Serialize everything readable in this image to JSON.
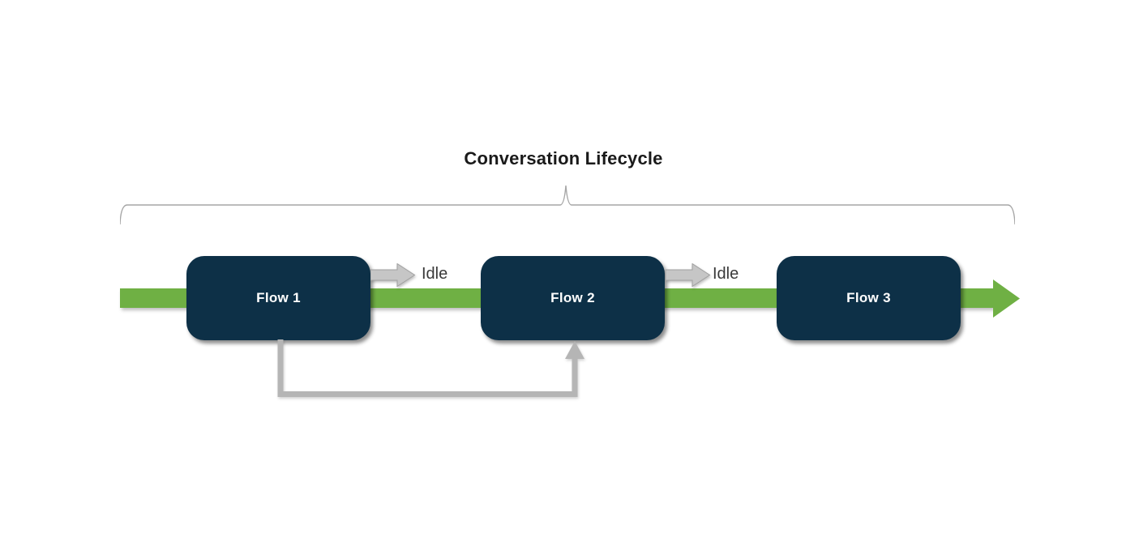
{
  "diagram": {
    "title": "Conversation Lifecycle",
    "flows": [
      {
        "label": "Flow 1"
      },
      {
        "label": "Flow 2"
      },
      {
        "label": "Flow 3"
      }
    ],
    "transitions": [
      {
        "label": "Idle"
      },
      {
        "label": "Idle"
      }
    ],
    "colors": {
      "flow-box": "#0d3047",
      "timeline-green": "#6fb044",
      "connector-gray": "#b5b5b5",
      "arrow-fill": "#c6c6c6",
      "arrow-stroke": "#a0a0a0",
      "brace-gray": "#a6a6a6",
      "label-text": "#3a3a3a",
      "title-text": "#1a1a1a"
    }
  }
}
